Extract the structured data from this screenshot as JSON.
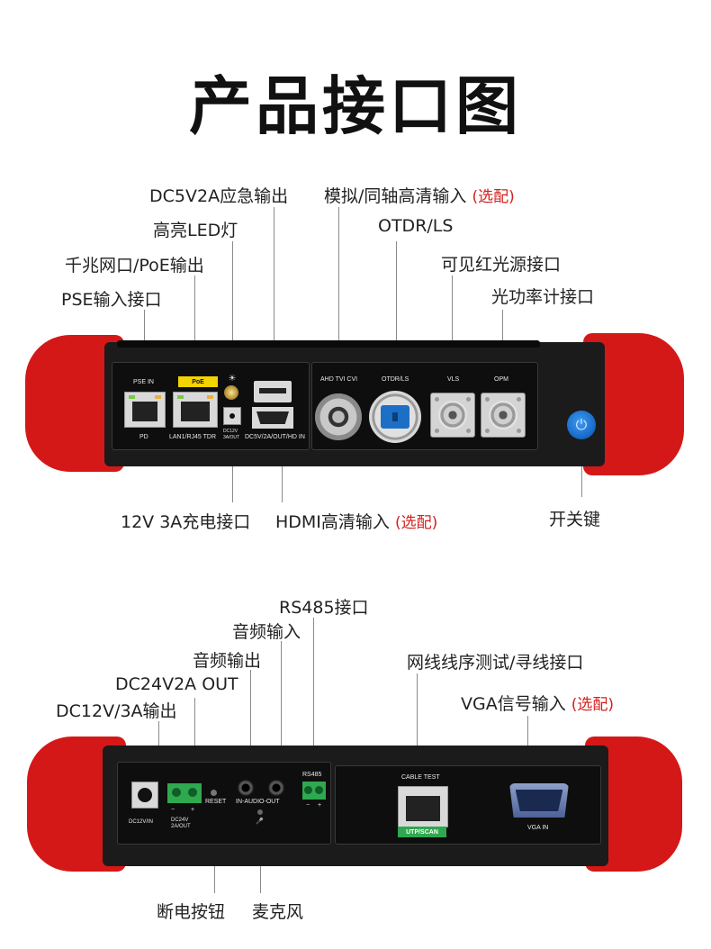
{
  "title": "产品接口图",
  "top_labels": {
    "dc5v2a": "DC5V2A应急输出",
    "led_light": "高亮LED灯",
    "gigabit_poe": "千兆网口/PoE输出",
    "pse_input": "PSE输入接口",
    "analog_hd_input": "模拟/同轴高清输入",
    "analog_hd_option": "(选配)",
    "otdr_ls": "OTDR/LS",
    "vls_port": "可见红光源接口",
    "opm_port": "光功率计接口",
    "charge_port": "12V 3A充电接口",
    "hdmi_input": "HDMI高清输入",
    "hdmi_option": "(选配)",
    "power_key": "开关键"
  },
  "top_panel_marks": {
    "pse_in": "PSE IN",
    "poe": "PoE",
    "pd": "PD",
    "lan": "LAN1/RJ45 TDR",
    "dc12v": "DC12V",
    "dc12v_in": "3A/OUT",
    "dc5v_hdmi": "DC5V/2A/OUT/HD IN",
    "ahd": "AHD TVI CVI",
    "otdr": "OTDR/LS",
    "vls": "VLS",
    "opm": "OPM",
    "power_glyph": "⏻"
  },
  "bottom_labels": {
    "rs485": "RS485接口",
    "audio_in": "音频输入",
    "audio_out": "音频输出",
    "dc24v": "DC24V2A OUT",
    "dc12v_out": "DC12V/3A输出",
    "cable_tracer": "网线线序测试/寻线接口",
    "vga_input": "VGA信号输入",
    "vga_option": "(选配)",
    "power_off": "断电按钮",
    "microphone": "麦克风"
  },
  "bottom_panel_marks": {
    "dc12v_in": "DC12V/IN",
    "dc24v": "DC24V",
    "dc24v_out": "2A/OUT",
    "minus": "−",
    "plus": "+",
    "reset": "RESET",
    "in_audio_out": "IN-AUDIO-OUT",
    "rs485": "RS485",
    "rs_minus": "−",
    "rs_plus": "+",
    "cable_test": "CABLE TEST",
    "utp_scan": "UTP/SCAN",
    "vga_in": "VGA IN",
    "mic_glyph": "🎤"
  },
  "colors": {
    "bumper": "#d41818",
    "option_text": "#d4201e",
    "power_button": "#1567c7"
  }
}
